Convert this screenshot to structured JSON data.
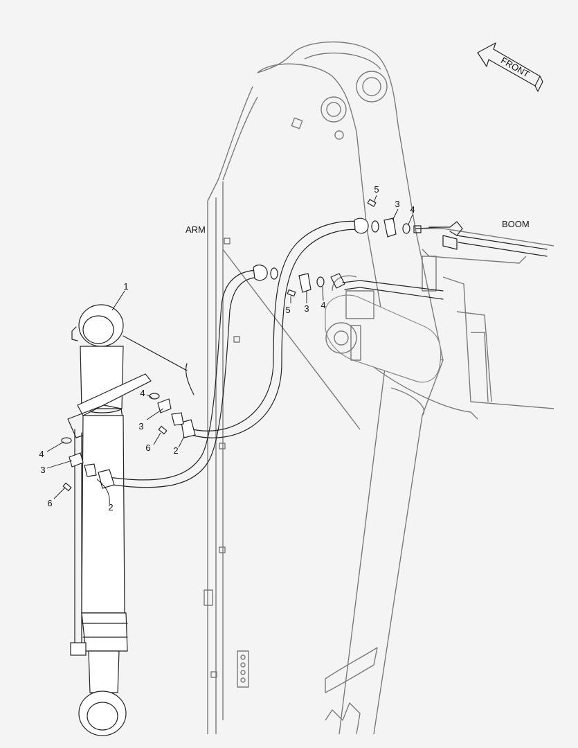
{
  "labels": {
    "front": "FRONT",
    "arm": "ARM",
    "boom": "BOOM"
  },
  "callouts": {
    "c1": "1",
    "c2a": "2",
    "c2b": "2",
    "c3a": "3",
    "c3b": "3",
    "c3c": "3",
    "c3d": "3",
    "c4a": "4",
    "c4b": "4",
    "c4c": "4",
    "c4d": "4",
    "c5a": "5",
    "c5b": "5",
    "c6a": "6",
    "c6b": "6"
  }
}
